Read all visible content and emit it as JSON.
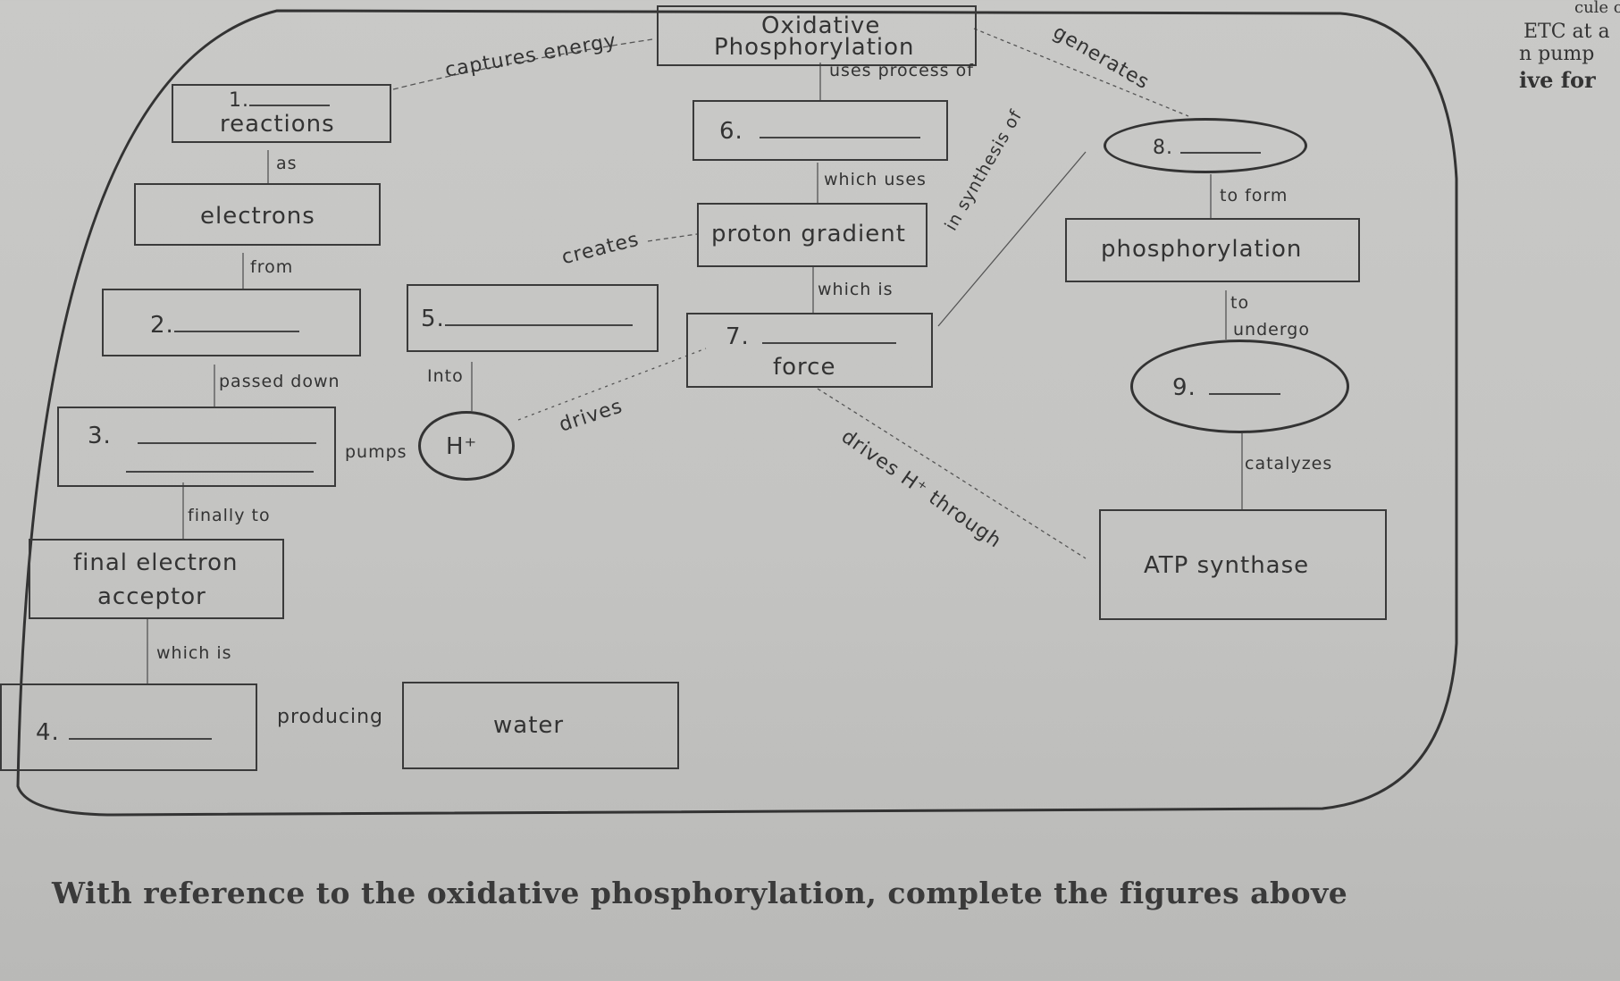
{
  "nodes": {
    "oxidative_phosphorylation": {
      "line1": "Oxidative",
      "line2": "Phosphorylation"
    },
    "reactions": {
      "number": "1.",
      "label": "reactions"
    },
    "electrons": "electrons",
    "blank2": "2.",
    "blank3": "3.",
    "final_acceptor": {
      "line1": "final electron",
      "line2": "acceptor"
    },
    "blank4": "4.",
    "water": "water",
    "blank5": "5.",
    "h_plus": "H⁺",
    "blank6": "6.",
    "proton_gradient": "proton gradient",
    "blank7": {
      "number": "7.",
      "label": "force"
    },
    "blank8": "8.",
    "phosphorylation": "phosphorylation",
    "blank9": "9.",
    "atp_synthase": "ATP synthase"
  },
  "links": {
    "captures_energy": "captures energy",
    "generates": "generates",
    "uses_process_of": "uses process of",
    "as": "as",
    "which_uses": "which uses",
    "from": "from",
    "creates": "creates",
    "which_is_a": "which is",
    "in_synthesis_of": "in synthesis of",
    "to_form": "to form",
    "to_undergo": "to",
    "undergo": "undergo",
    "passed_down": "passed down",
    "into": "Into",
    "drives": "drives",
    "pumps": "pumps",
    "drives_h_through": "drives H⁺ through",
    "catalyzes": "catalyzes",
    "finally_to": "finally to",
    "which_is_b": "which is",
    "producing": "producing"
  },
  "margin_text": {
    "line1": "cule o",
    "line2": "ETC at a",
    "line3": "n pump",
    "line4": "ive for"
  },
  "caption": "With reference to the oxidative phosphorylation, complete the figures above"
}
